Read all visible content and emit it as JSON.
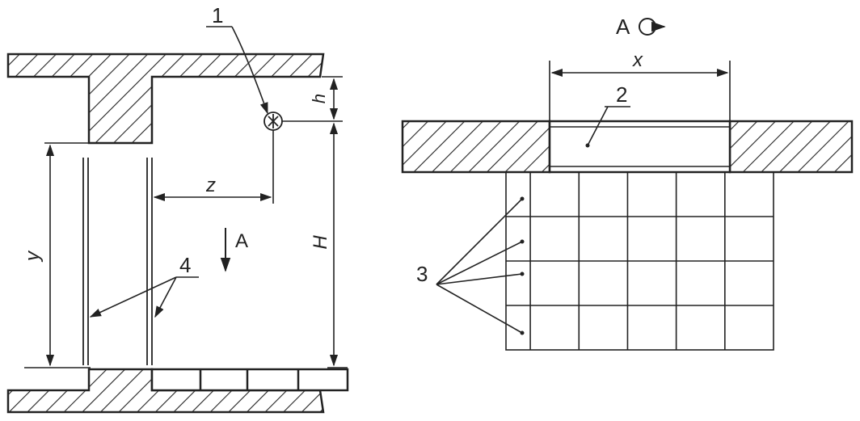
{
  "labels": {
    "callout_1": "1",
    "callout_2": "2",
    "callout_3": "3",
    "callout_4": "4",
    "dim_h": "h",
    "dim_H": "H",
    "dim_y": "y",
    "dim_z": "z",
    "dim_x": "x",
    "view_arrow": "A",
    "view_title": "A"
  },
  "colors": {
    "ink": "#222222",
    "background": "#ffffff"
  },
  "icons": {
    "luminaire_symbol": "circled-asterisk",
    "view_rotation": "rotation-arrow-icon"
  },
  "grid": {
    "rows": 4,
    "cols": 6,
    "first_column_width_fraction": 0.5
  }
}
